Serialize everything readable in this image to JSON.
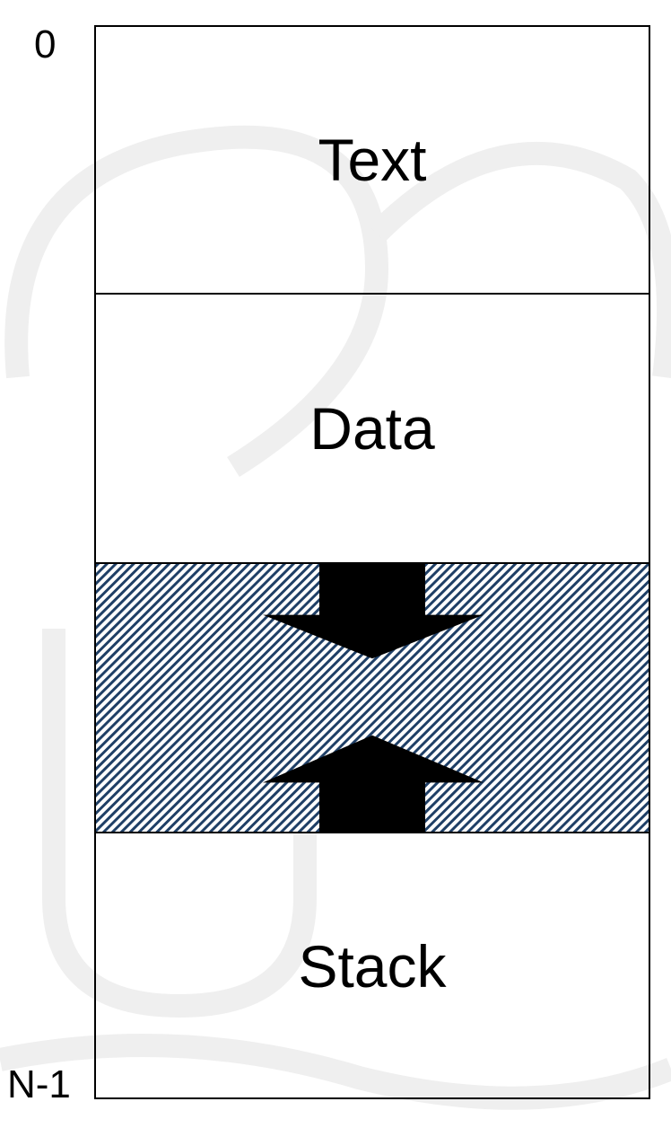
{
  "diagram": {
    "address_top": "0",
    "address_bottom": "N-1",
    "segments": [
      {
        "id": "text",
        "label": "Text"
      },
      {
        "id": "data",
        "label": "Data"
      },
      {
        "id": "gap",
        "label": ""
      },
      {
        "id": "stack",
        "label": "Stack"
      }
    ],
    "colors": {
      "hatch": "#1f3f66",
      "arrow": "#000000",
      "border": "#000000",
      "watermark": "#eeeeee"
    },
    "icons": [
      "down-arrow-icon",
      "up-arrow-icon"
    ]
  }
}
